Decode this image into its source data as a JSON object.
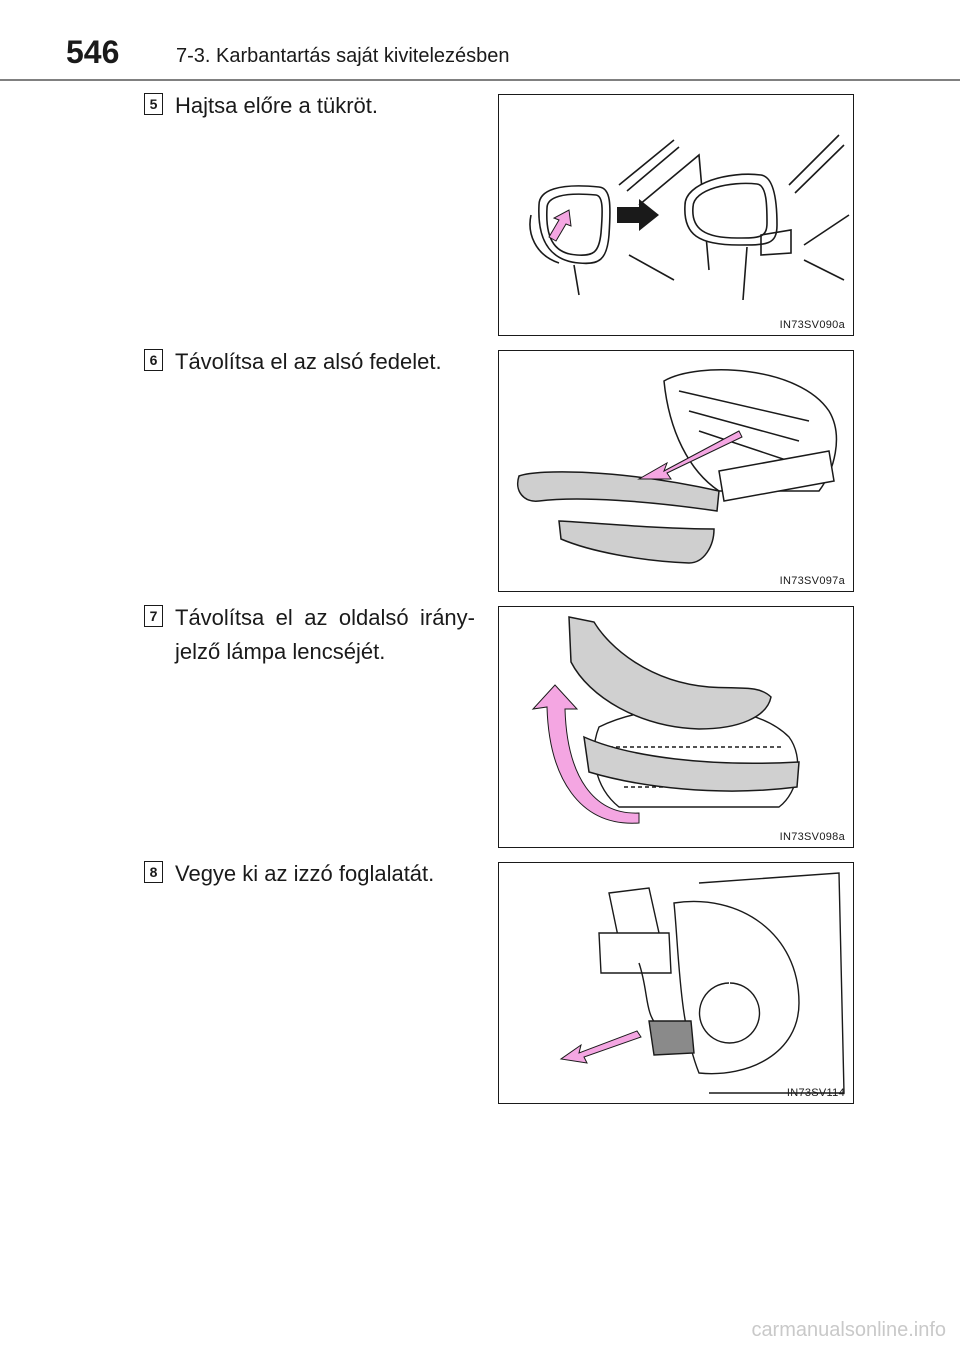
{
  "header": {
    "page_number": "546",
    "section_title": "7-3. Karbantartás saját kivitelezésben"
  },
  "steps": [
    {
      "number": "5",
      "text": "Hajtsa előre a tükröt.",
      "figure_code": "IN73SV090a"
    },
    {
      "number": "6",
      "text": "Távolítsa el az alsó fedelet.",
      "figure_code": "IN73SV097a"
    },
    {
      "number": "7",
      "text": "Távolítsa el az oldalsó irány­jelző lámpa lencséjét.",
      "figure_code": "IN73SV098a"
    },
    {
      "number": "8",
      "text": "Vegye ki az izzó foglalatát.",
      "figure_code": "IN73SV114"
    }
  ],
  "watermark": "carmanualsonline.info",
  "colors": {
    "arrow_pink": "#f4a6e2",
    "arrow_dark": "#1a1a1a",
    "part_gray": "#c8c8c8"
  }
}
